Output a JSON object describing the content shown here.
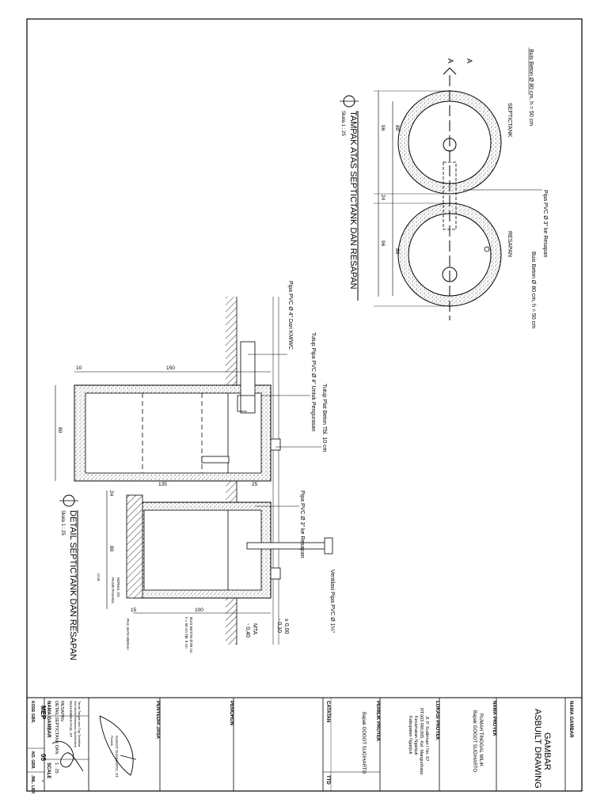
{
  "drawing": {
    "top_view": {
      "title": "TAMPAK ATAS SEPTICTANK DAN RESAPAN",
      "scale": "Skala 1 : 25",
      "section_marker": "A",
      "septic_label": "SEPTICTANK",
      "resapan_label": "RESAPAN",
      "buis_septic": "Buis Beton Ø 80 cm, h = 50 cm",
      "buis_resapan": "Buis Beton Ø 80 cm, h = 50 cm",
      "pipe_to_resapan": "Pipa PVC Ø 3\" ke Resapan",
      "dim_96_a": "96",
      "dim_80_a": "80",
      "dim_24": "24",
      "dim_96_b": "96",
      "dim_80_b": "80"
    },
    "detail": {
      "title": "DETAIL SEPTICTANK DAN RESAPAN",
      "scale": "Skala 1 : 25",
      "pipe_inlet": "Pipa PVC Ø 4\" Dari KM/WC",
      "cap_inlet": "Tutup Pipa PVC Ø 4\" Untuk Pengurasan",
      "slab": "Tutup Plat Beton Tbl. 10 cm",
      "pipe_to_resapan": "Pipa PVC Ø 3\" ke Resapan",
      "vent": "Ventilasi Pipa PVC Ø 1¼\"",
      "level_0": "± 0,00",
      "level_010": "- 0,10",
      "mta": "MTA",
      "mta_val": "- 0,40",
      "buis_note": "BUIS BETON Ø 80 cm",
      "buis_note2": "h = 50 cm Tbl. 8 cm",
      "bata": "PAS. BATA MERAH",
      "ijuk": "IJUK",
      "kerikil": "KERIKIL 2/3",
      "pasir": "PASIR PASANG",
      "dim_10": "10",
      "dim_150": "150",
      "dim_80": "80",
      "dim_135": "135",
      "dim_25": "25",
      "dim_24": "24",
      "dim_80b": "80",
      "dim_15": "15",
      "dim_100": "100"
    }
  },
  "title_block": {
    "nama_gambar_h": "NAMA GAMBAR",
    "gambar": "GAMBAR",
    "asbuilt": "ASBUILT DRAWING",
    "nama_proyek_h": "NAMA PROYEK",
    "proyek1": "RUMAH TINGGAL MILIK",
    "proyek2": "Bapak GOGOT SUGIHARTO",
    "lokasi_h": "LOKASI PROYEK",
    "lokasi1": "Jl. P. Sudirman I No. 67",
    "lokasi2": "RT.003 RW.005, Kel. Mangunharjo",
    "lokasi3": "Kecamatan Nganjuk",
    "lokasi4": "Kabupaten Nganjuk",
    "pemilik_h": "PEMILIK PROYEK",
    "pemilik": "Bapak GOGOT SUGIHARTO",
    "catatan_h": "CATATAN",
    "ttd_h": "TTD",
    "pemohon_h": "PEMOHON",
    "penyedia_h": "PENYEDIA JASA",
    "sign_name1": "GOGOT SUGIHARTO, ST",
    "sign_role1": "Pemilik",
    "sign_name2": "MUHAMMAD FAIZ, ST",
    "sign_role2a": "Ahli Muda Rekayasa Sipil/Arsitek",
    "sign_role2b": "Tanda Tangan dan Cap Terdaftar",
    "nama_gambar_h2": "NAMA GAMBAR",
    "skala_h": "SCALE",
    "ng_val1": "DETAIL SEPTICTANK DAN",
    "ng_val2": "RESAPAN",
    "skala_val": "1 : 25",
    "kode_h": "KODE GBR.",
    "no_h": "NO. GBR.",
    "jml_h": "JML. LBR",
    "kode_val": "MEP",
    "no_val": "05",
    "jml_val": "-"
  }
}
